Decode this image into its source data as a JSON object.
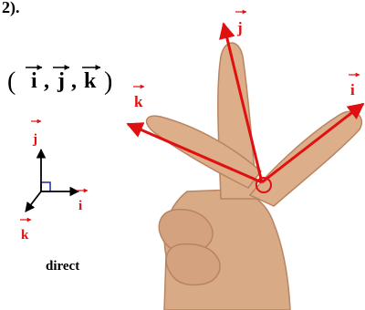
{
  "top_partial": "2).",
  "basis_notation": {
    "open": "(",
    "i": "i",
    "sep1": ",",
    "j": "j",
    "sep2": ",",
    "k": "k",
    "close": ")"
  },
  "small_axes": {
    "i": "i",
    "j": "j",
    "k": "k"
  },
  "caption": "direct",
  "hand_labels": {
    "i": "i",
    "j": "j",
    "k": "k"
  },
  "colors": {
    "arrow_red": "#e01010",
    "skin": "#d9aa86",
    "skin_shadow": "#b98461",
    "text": "#000000",
    "small_axis": "#000000",
    "small_axis_box": "#1e2a9a"
  }
}
